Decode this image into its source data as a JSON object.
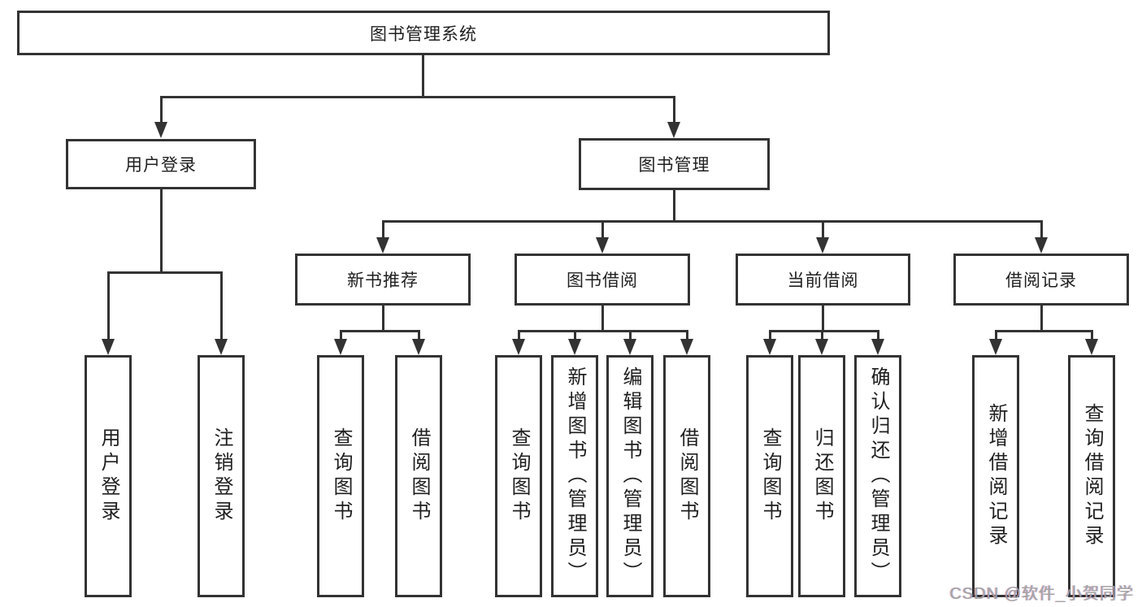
{
  "diagram": {
    "root": {
      "label": "图书管理系统"
    },
    "level2": [
      {
        "label": "用户登录"
      },
      {
        "label": "图书管理"
      }
    ],
    "level3": [
      {
        "label": "新书推荐"
      },
      {
        "label": "图书借阅"
      },
      {
        "label": "当前借阅"
      },
      {
        "label": "借阅记录"
      }
    ],
    "leaves": {
      "user_login": [
        "用户登录",
        "注销登录"
      ],
      "new_book": [
        "查询图书",
        "借阅图书"
      ],
      "book_borrow": [
        "查询图书",
        "新增图书（管理员）",
        "编辑图书（管理员）",
        "借阅图书"
      ],
      "current_borrow": [
        "查询图书",
        "归还图书",
        "确认归还（管理员）"
      ],
      "borrow_record": [
        "新增借阅记录",
        "查询借阅记录"
      ]
    }
  },
  "watermark": {
    "text": "CSDN @软件_小贺同学"
  },
  "colors": {
    "line": "#333333",
    "text": "#1f1f1f",
    "watermark": "#a3a3a3",
    "background": "#ffffff"
  }
}
